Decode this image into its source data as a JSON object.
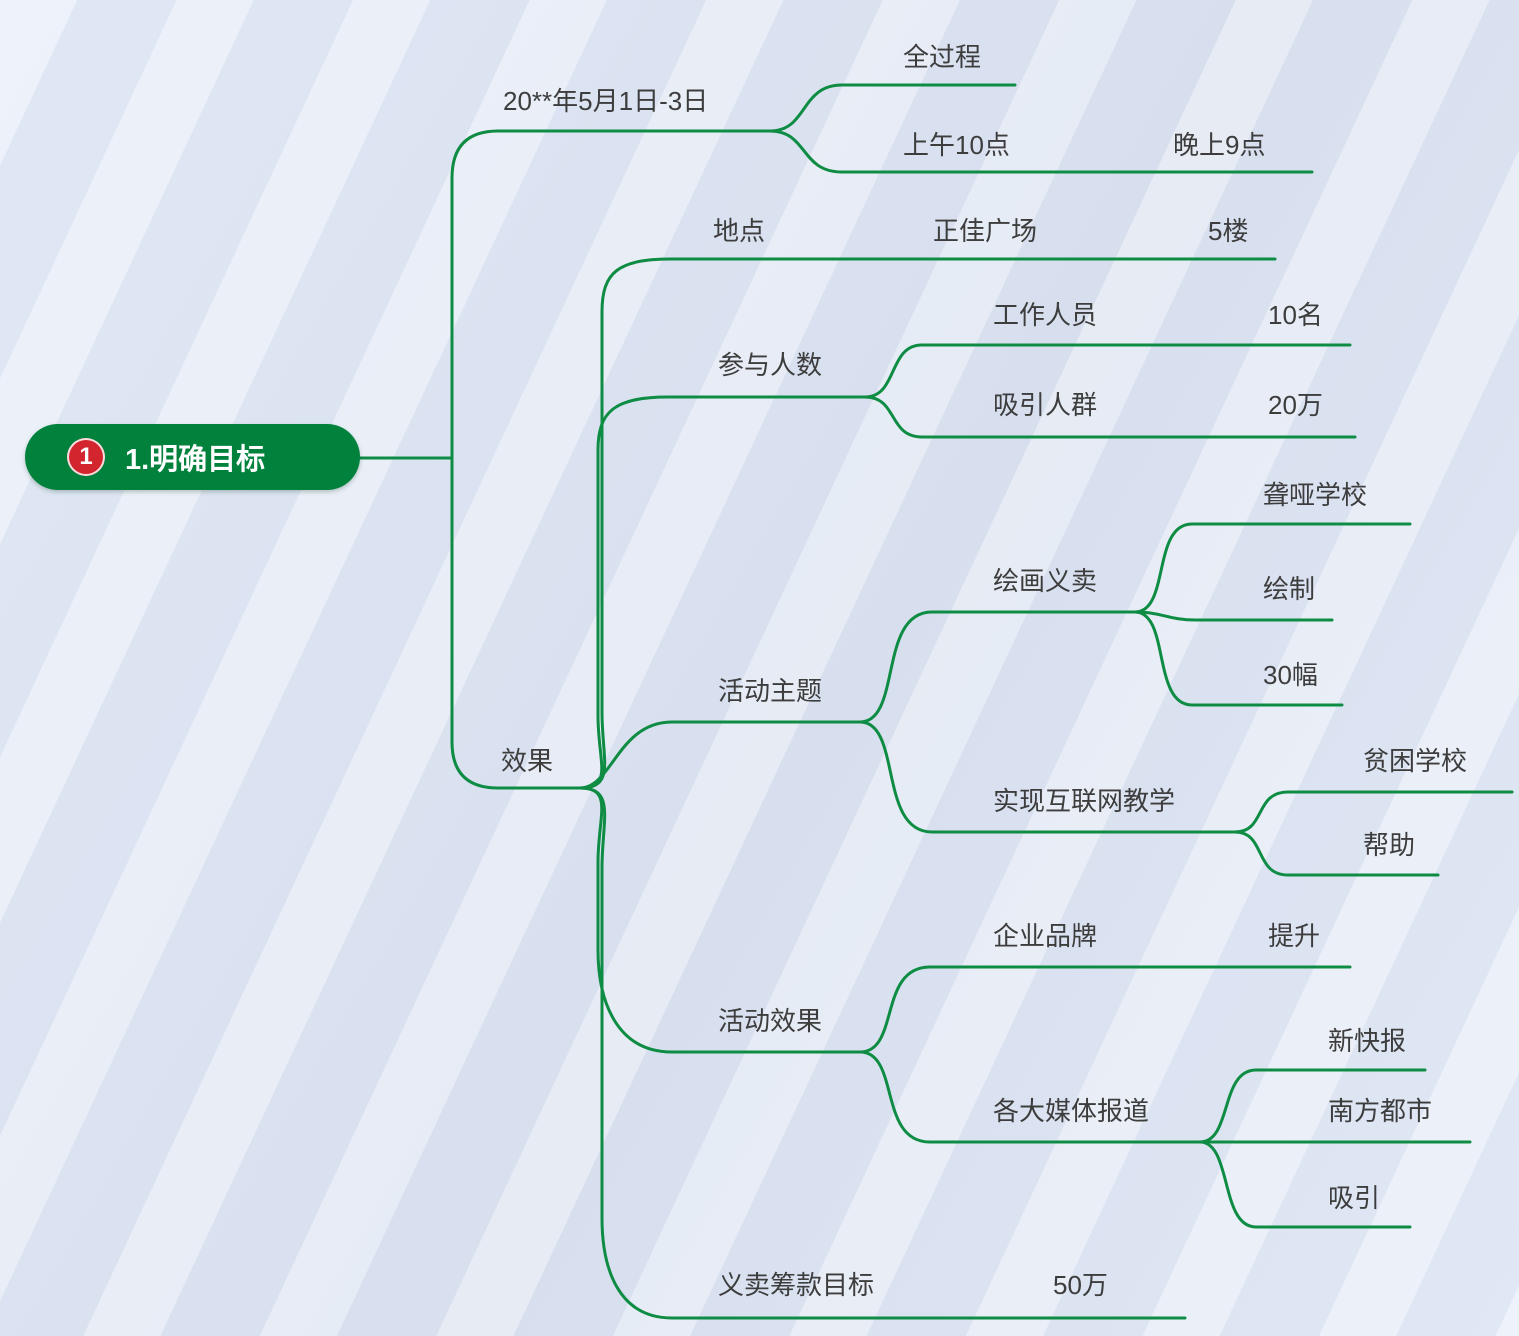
{
  "palette": {
    "line_green": "#0e8c43",
    "root_green": "#00823c",
    "badge_red": "#d2252e",
    "text_color": "#3d3d3d",
    "bg_from": "#e7edf8",
    "bg_to": "#dce3f0"
  },
  "root": {
    "badge": "1",
    "label": "1.明确目标"
  },
  "branches": {
    "date": {
      "label": "20**年5月1日-3日",
      "children": {
        "whole_process": {
          "label": "全过程"
        },
        "start_time": {
          "label": "上午10点",
          "children": {
            "end_time": {
              "label": "晚上9点"
            }
          }
        }
      }
    },
    "effect": {
      "label": "效果",
      "children": {
        "location": {
          "label": "地点",
          "children": {
            "mall": {
              "label": "正佳广场",
              "children": {
                "floor": {
                  "label": "5楼"
                }
              }
            }
          }
        },
        "participants": {
          "label": "参与人数",
          "children": {
            "staff": {
              "label": "工作人员",
              "children": {
                "count": {
                  "label": "10名"
                }
              }
            },
            "audience": {
              "label": "吸引人群",
              "children": {
                "count": {
                  "label": "20万"
                }
              }
            }
          }
        },
        "theme": {
          "label": "活动主题",
          "children": {
            "charity_sale": {
              "label": "绘画义卖",
              "children": {
                "school": {
                  "label": "聋哑学校"
                },
                "draw": {
                  "label": "绘制"
                },
                "amount": {
                  "label": "30幅"
                }
              }
            },
            "internet_teaching": {
              "label": "实现互联网教学",
              "children": {
                "poor_school": {
                  "label": "贫困学校"
                },
                "help": {
                  "label": "帮助"
                }
              }
            }
          }
        },
        "activity_effect": {
          "label": "活动效果",
          "children": {
            "brand": {
              "label": "企业品牌",
              "children": {
                "lift": {
                  "label": "提升"
                }
              }
            },
            "media": {
              "label": "各大媒体报道",
              "children": {
                "xinkuaibao": {
                  "label": "新快报"
                },
                "nanfang": {
                  "label": "南方都市"
                },
                "attract": {
                  "label": "吸引"
                }
              }
            }
          }
        },
        "fund_goal": {
          "label": "义卖筹款目标",
          "children": {
            "amount": {
              "label": "50万"
            }
          }
        }
      }
    }
  }
}
